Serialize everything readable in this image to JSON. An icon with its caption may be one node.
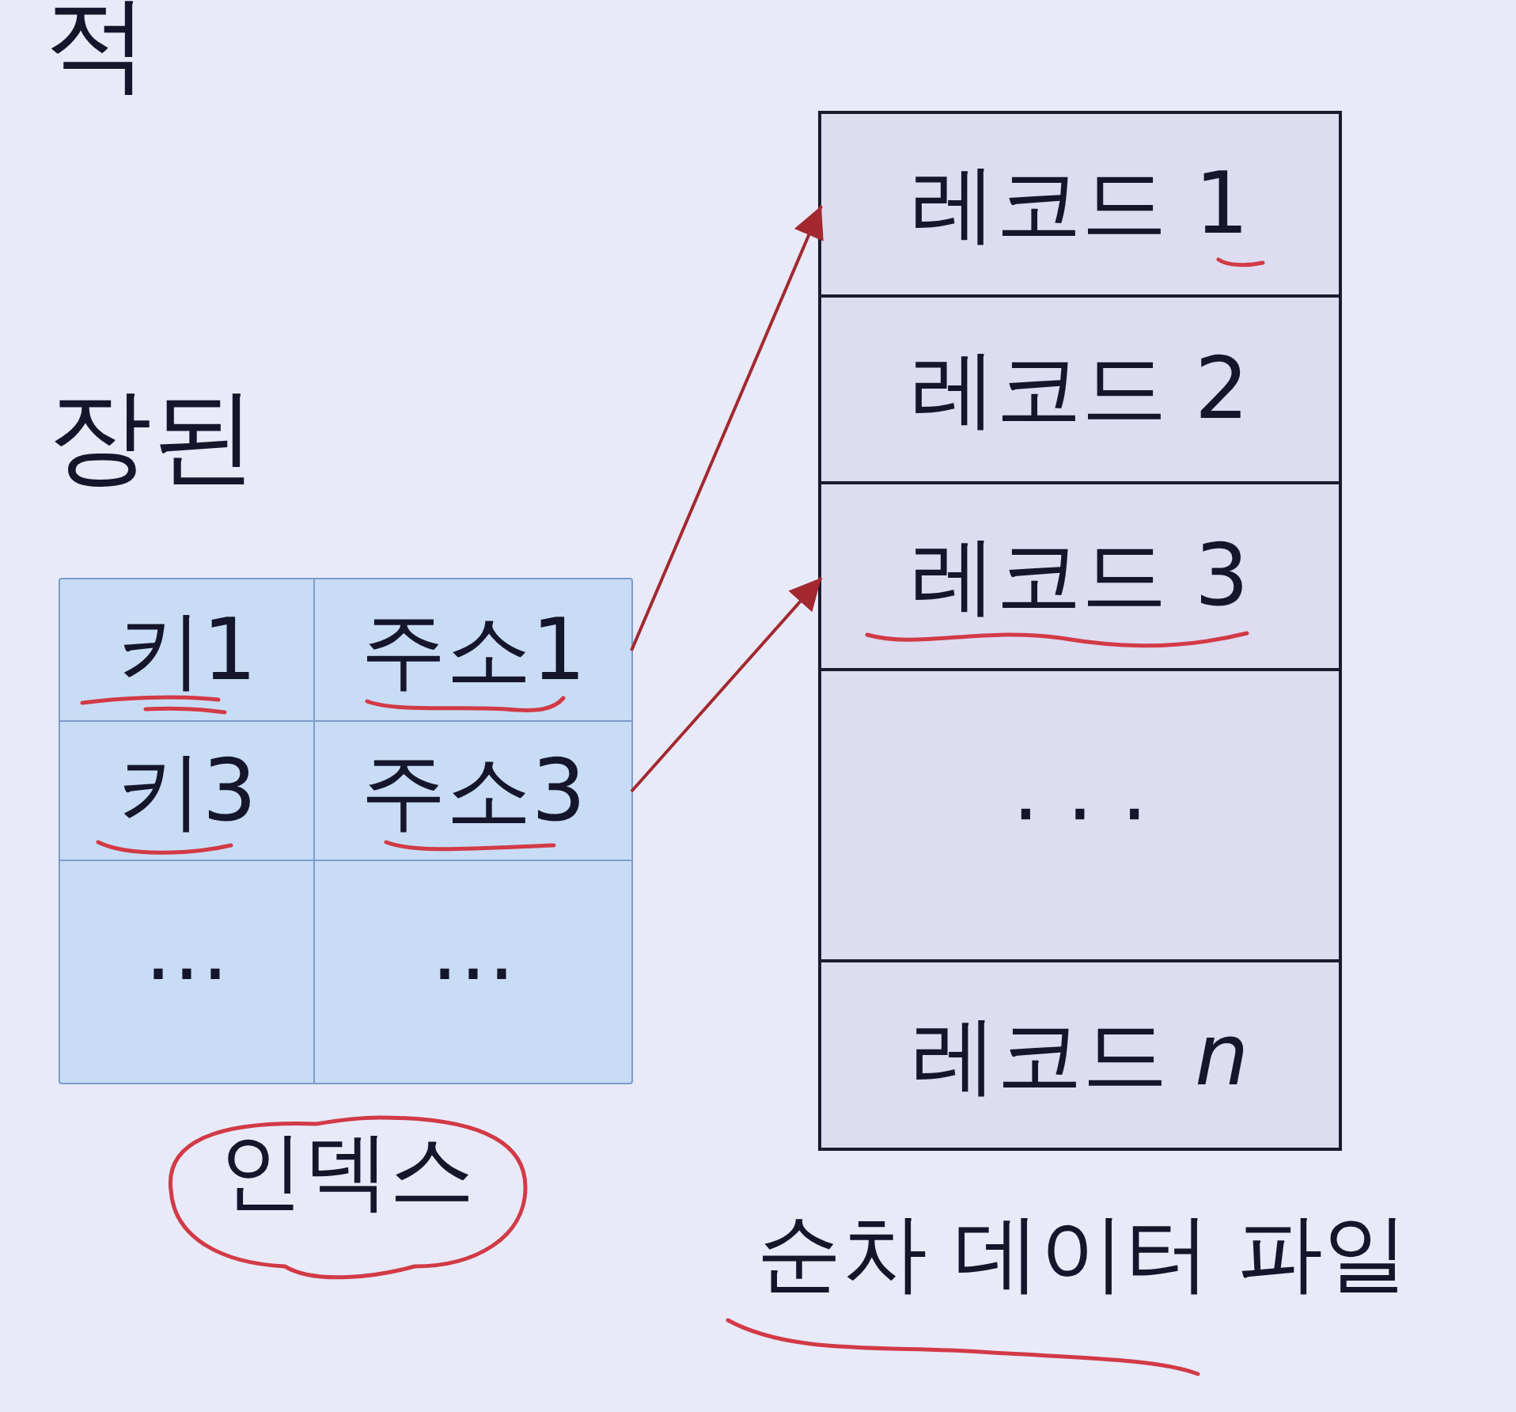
{
  "diagram": {
    "nodes": [
      {
        "text": [],
        "shape": "box",
        "beside": [
          "인덱스"
        ]
      },
      {
        "text": [
          "키1"
        ],
        "in": 0
      },
      {
        "text": [
          "주소1"
        ],
        "in": 0
      },
      {
        "text": [
          "키3"
        ],
        "in": 0
      },
      {
        "text": [
          "주소3"
        ],
        "in": 0
      },
      {
        "text": [
          "⋯"
        ],
        "in": 0
      },
      {
        "text": [
          "⋯"
        ],
        "in": 0
      },
      {
        "text": [],
        "shape": "box",
        "beside": [
          "순차 데이터 파일"
        ]
      },
      {
        "text": [
          "레코드 1"
        ],
        "in": 7
      },
      {
        "text": [
          "레코드 2"
        ],
        "in": 7
      },
      {
        "text": [
          "레코드 3"
        ],
        "in": 7
      },
      {
        "text": [
          "· · ·"
        ],
        "in": 7
      },
      {
        "text": [
          "레코드 *n*"
        ],
        "in": 7
      }
    ],
    "edges": [
      {
        "from": 2,
        "to": 8,
        "arrow": "to"
      },
      {
        "from": 4,
        "to": 10,
        "arrow": "to"
      }
    ],
    "labels": [
      "적",
      "장된"
    ]
  }
}
